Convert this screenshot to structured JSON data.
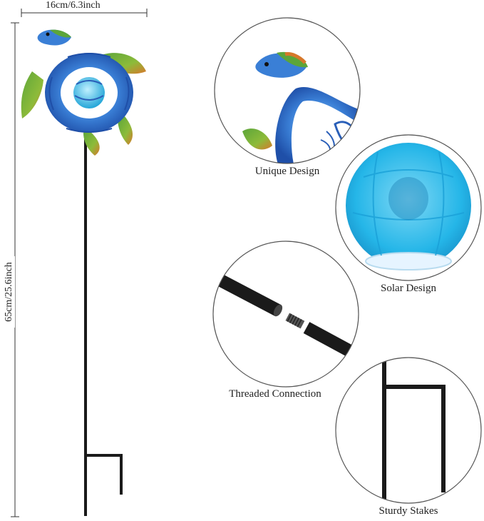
{
  "dimensions": {
    "width_label": "16cm/6.3inch",
    "height_label": "65cm/25.6inch"
  },
  "features": [
    {
      "caption": "Unique Design"
    },
    {
      "caption": "Solar Design"
    },
    {
      "caption": "Threaded Connection"
    },
    {
      "caption": "Sturdy Stakes"
    }
  ],
  "colors": {
    "turtle_blue": "#3a7fd6",
    "turtle_green": "#5ca53a",
    "turtle_orange": "#d7782a",
    "globe_cyan": "#25b6e8",
    "stake_black": "#1a1a1a"
  }
}
